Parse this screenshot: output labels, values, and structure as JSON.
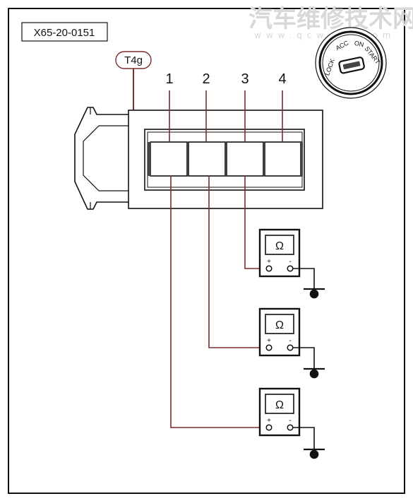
{
  "diagram_id": "X65-20-0151",
  "connector_label": "T4g",
  "pins": [
    "1",
    "2",
    "3",
    "4"
  ],
  "ignition_positions": [
    "LOCK",
    "ACC",
    "ON",
    "START"
  ],
  "meters": [
    {
      "symbol": "Ω",
      "plus": "+",
      "minus": "-",
      "pin": "3"
    },
    {
      "symbol": "Ω",
      "plus": "+",
      "minus": "-",
      "pin": "2"
    },
    {
      "symbol": "Ω",
      "plus": "+",
      "minus": "-",
      "pin": "1"
    }
  ],
  "watermark": {
    "title": "汽车维修技术网",
    "url": "www.qcwxjs.com"
  },
  "colors": {
    "wire": "#7a2e2e",
    "line": "#111111",
    "tag_border": "#7a2e2e"
  }
}
